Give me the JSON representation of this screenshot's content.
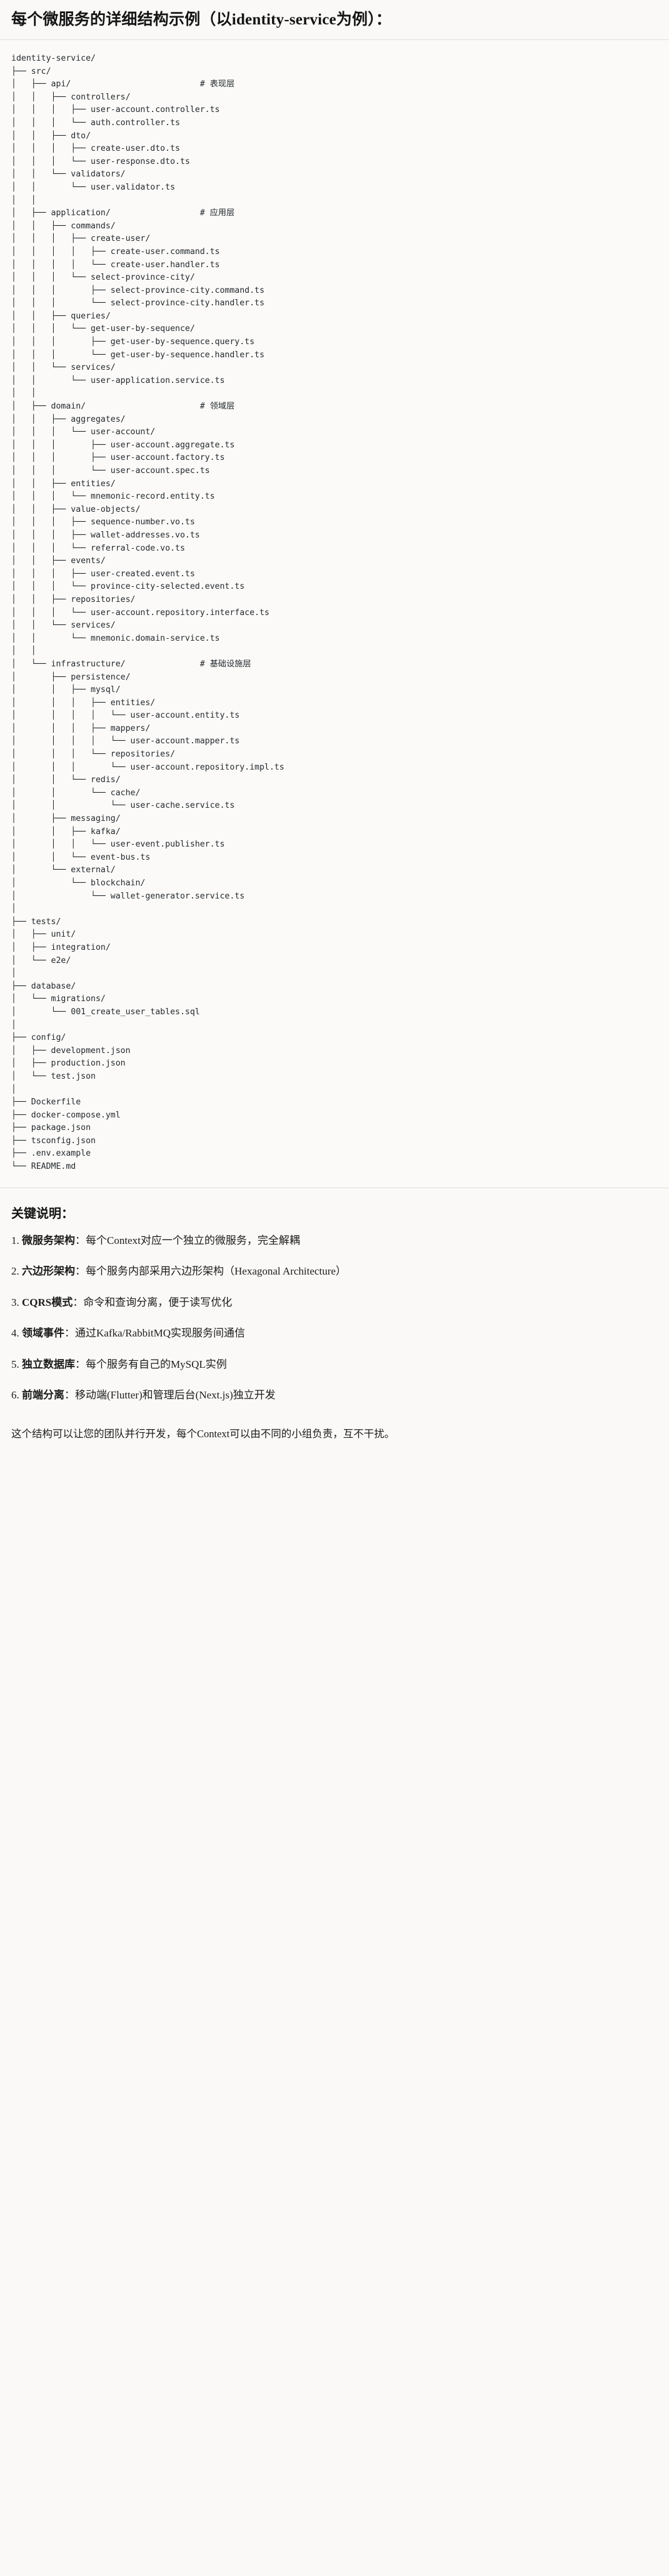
{
  "heading": {
    "text": "每个微服务的详细结构示例（以identity-service为例）："
  },
  "tree": {
    "root": "identity-service/",
    "lines": [
      "identity-service/",
      "├── src/",
      "│   ├── api/                          # 表现层",
      "│   │   ├── controllers/",
      "│   │   │   ├── user-account.controller.ts",
      "│   │   │   └── auth.controller.ts",
      "│   │   ├── dto/",
      "│   │   │   ├── create-user.dto.ts",
      "│   │   │   └── user-response.dto.ts",
      "│   │   └── validators/",
      "│   │       └── user.validator.ts",
      "│   │",
      "│   ├── application/                  # 应用层",
      "│   │   ├── commands/",
      "│   │   │   ├── create-user/",
      "│   │   │   │   ├── create-user.command.ts",
      "│   │   │   │   └── create-user.handler.ts",
      "│   │   │   └── select-province-city/",
      "│   │   │       ├── select-province-city.command.ts",
      "│   │   │       └── select-province-city.handler.ts",
      "│   │   ├── queries/",
      "│   │   │   └── get-user-by-sequence/",
      "│   │   │       ├── get-user-by-sequence.query.ts",
      "│   │   │       └── get-user-by-sequence.handler.ts",
      "│   │   └── services/",
      "│   │       └── user-application.service.ts",
      "│   │",
      "│   ├── domain/                       # 领域层",
      "│   │   ├── aggregates/",
      "│   │   │   └── user-account/",
      "│   │   │       ├── user-account.aggregate.ts",
      "│   │   │       ├── user-account.factory.ts",
      "│   │   │       └── user-account.spec.ts",
      "│   │   ├── entities/",
      "│   │   │   └── mnemonic-record.entity.ts",
      "│   │   ├── value-objects/",
      "│   │   │   ├── sequence-number.vo.ts",
      "│   │   │   ├── wallet-addresses.vo.ts",
      "│   │   │   └── referral-code.vo.ts",
      "│   │   ├── events/",
      "│   │   │   ├── user-created.event.ts",
      "│   │   │   └── province-city-selected.event.ts",
      "│   │   ├── repositories/",
      "│   │   │   └── user-account.repository.interface.ts",
      "│   │   └── services/",
      "│   │       └── mnemonic.domain-service.ts",
      "│   │",
      "│   └── infrastructure/               # 基础设施层",
      "│       ├── persistence/",
      "│       │   ├── mysql/",
      "│       │   │   ├── entities/",
      "│       │   │   │   └── user-account.entity.ts",
      "│       │   │   ├── mappers/",
      "│       │   │   │   └── user-account.mapper.ts",
      "│       │   │   └── repositories/",
      "│       │   │       └── user-account.repository.impl.ts",
      "│       │   └── redis/",
      "│       │       └── cache/",
      "│       │           └── user-cache.service.ts",
      "│       ├── messaging/",
      "│       │   ├── kafka/",
      "│       │   │   └── user-event.publisher.ts",
      "│       │   └── event-bus.ts",
      "│       └── external/",
      "│           └── blockchain/",
      "│               └── wallet-generator.service.ts",
      "│",
      "├── tests/",
      "│   ├── unit/",
      "│   ├── integration/",
      "│   └── e2e/",
      "│",
      "├── database/",
      "│   └── migrations/",
      "│       └── 001_create_user_tables.sql",
      "│",
      "├── config/",
      "│   ├── development.json",
      "│   ├── production.json",
      "│   └── test.json",
      "│",
      "├── Dockerfile",
      "├── docker-compose.yml",
      "├── package.json",
      "├── tsconfig.json",
      "├── .env.example",
      "└── README.md"
    ],
    "layer_comments": [
      "# 表现层",
      "# 应用层",
      "# 领域层",
      "# 基础设施层"
    ]
  },
  "notes": {
    "title": "关键说明：",
    "items": [
      {
        "term": "微服务架构",
        "sep": "：",
        "desc": "每个Context对应一个独立的微服务，完全解耦"
      },
      {
        "term": "六边形架构",
        "sep": "：",
        "desc": "每个服务内部采用六边形架构（Hexagonal Architecture）"
      },
      {
        "term": "CQRS模式",
        "sep": "：",
        "desc": "命令和查询分离，便于读写优化"
      },
      {
        "term": "领域事件",
        "sep": "：",
        "desc": "通过Kafka/RabbitMQ实现服务间通信"
      },
      {
        "term": "独立数据库",
        "sep": "：",
        "desc": "每个服务有自己的MySQL实例"
      },
      {
        "term": "前端分离",
        "sep": "：",
        "desc": "移动端(Flutter)和管理后台(Next.js)独立开发"
      }
    ],
    "closing": "这个结构可以让您的团队并行开发，每个Context可以由不同的小组负责，互不干扰。"
  },
  "colors": {
    "page_bg": "#faf9f7",
    "code_bg": "#fbfaf8",
    "rule": "#e3e0da",
    "text": "#1f1f1f",
    "code_text": "#24292e"
  }
}
